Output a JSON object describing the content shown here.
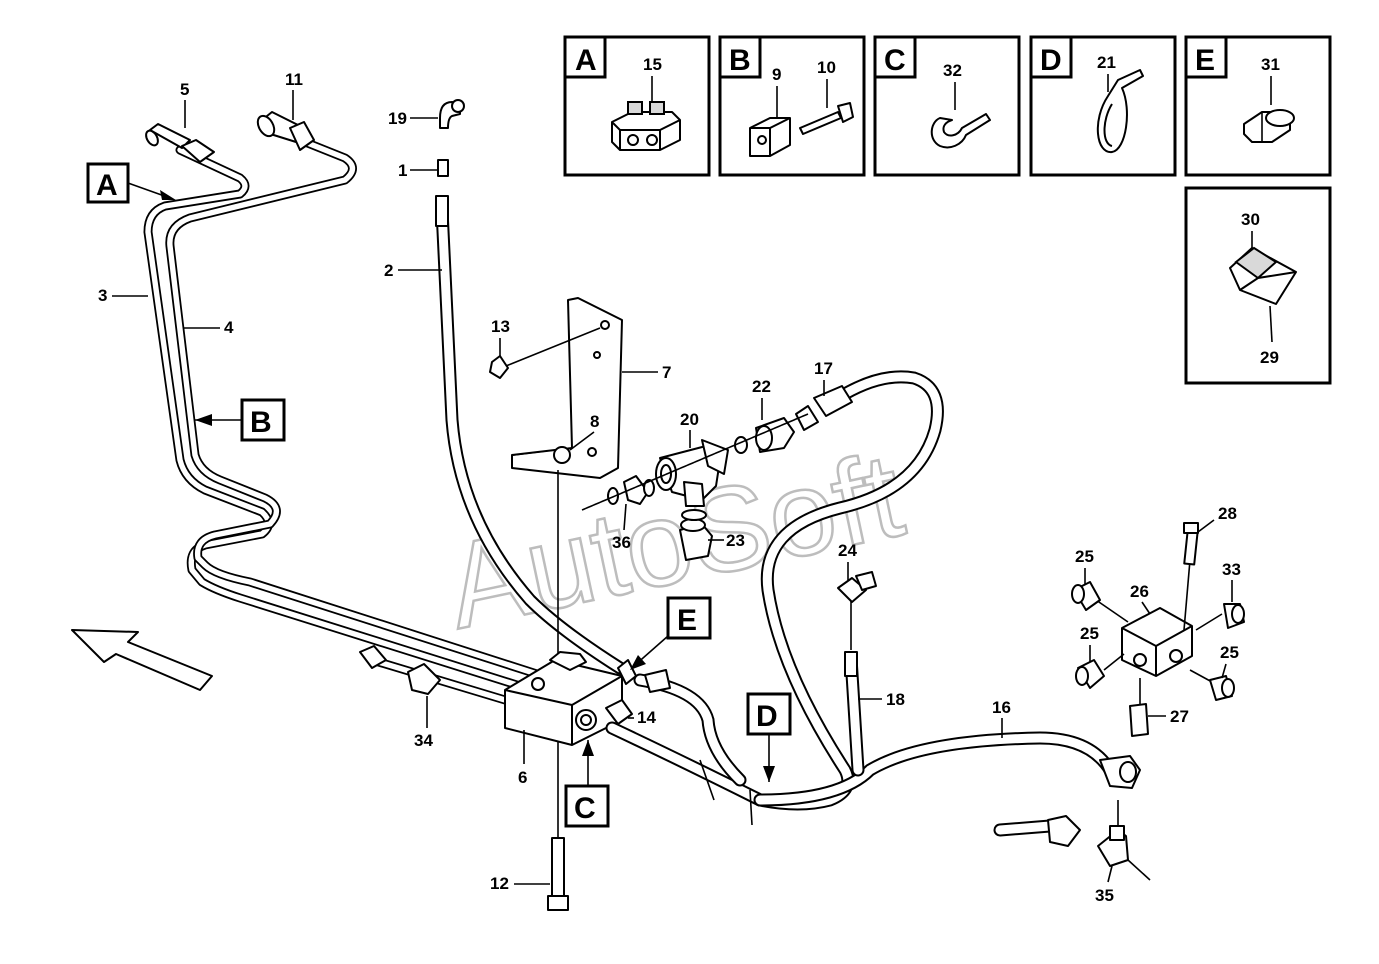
{
  "watermark": "AutoSoft",
  "inset_boxes": [
    {
      "letter": "A",
      "part": "15"
    },
    {
      "letter": "B",
      "part": "9",
      "part2": "10"
    },
    {
      "letter": "C",
      "part": "32"
    },
    {
      "letter": "D",
      "part": "21"
    },
    {
      "letter": "E",
      "part": "31"
    }
  ],
  "inset_extra": {
    "top": "30",
    "bottom": "29"
  },
  "callout_letters": {
    "A": "A",
    "B": "B",
    "C": "C",
    "D": "D",
    "E": "E"
  },
  "parts": {
    "p1": "1",
    "p2": "2",
    "p3": "3",
    "p4": "4",
    "p5": "5",
    "p6": "6",
    "p7": "7",
    "p8": "8",
    "p11": "11",
    "p12": "12",
    "p13": "13",
    "p14": "14",
    "p16": "16",
    "p17": "17",
    "p18": "18",
    "p19": "19",
    "p20": "20",
    "p22": "22",
    "p23": "23",
    "p24": "24",
    "p25a": "25",
    "p25b": "25",
    "p25c": "25",
    "p26": "26",
    "p27": "27",
    "p28": "28",
    "p33": "33",
    "p34": "34",
    "p35": "35",
    "p36": "36"
  }
}
